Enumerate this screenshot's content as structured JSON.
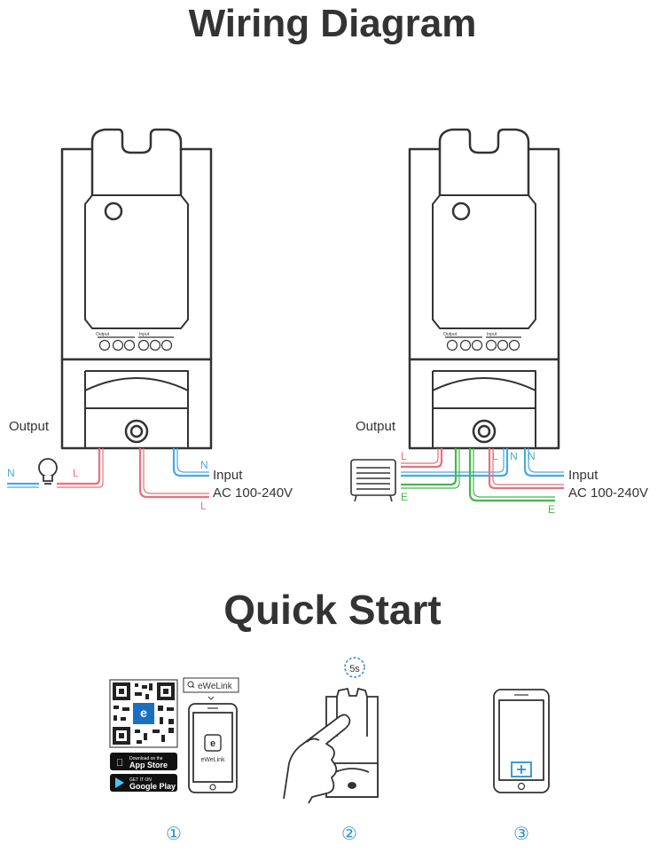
{
  "wiring_title": "Wiring Diagram",
  "quick_title": "Quick Start",
  "diagrams": [
    {
      "output_label": "Output",
      "input_label": "Input",
      "ac_label": "AC 100-240V",
      "load_n": "N",
      "load_l": "L",
      "in_n": "N",
      "in_l": "L",
      "terminal_output": "Output",
      "terminal_input": "Input"
    },
    {
      "output_label": "Output",
      "input_label": "Input",
      "ac_label": "AC 100-240V",
      "out_l": "L",
      "out_e": "E",
      "wire_l": "L",
      "wire_n": "N",
      "in_n": "N",
      "in_e": "E",
      "terminal_output": "Output",
      "terminal_input": "Input"
    }
  ],
  "steps": [
    {
      "number": "①",
      "app_badge_search": "eWeLink",
      "phone_app_name": "eWeLink",
      "app_store_small": "Download on the",
      "app_store_big": "App Store",
      "google_small": "GET IT ON",
      "google_big": "Google Play"
    },
    {
      "number": "②",
      "timer": "5s"
    },
    {
      "number": "③"
    }
  ],
  "colors": {
    "live": "#e8707a",
    "neutral": "#4aa8e0",
    "earth": "#44b74a",
    "device_stroke": "#333333",
    "step_blue": "#2a8fd8"
  },
  "icons": [
    "bulb-icon",
    "heater-icon",
    "qr-code-icon",
    "phone-icon",
    "hand-icon",
    "timer-icon",
    "add-device-icon"
  ]
}
